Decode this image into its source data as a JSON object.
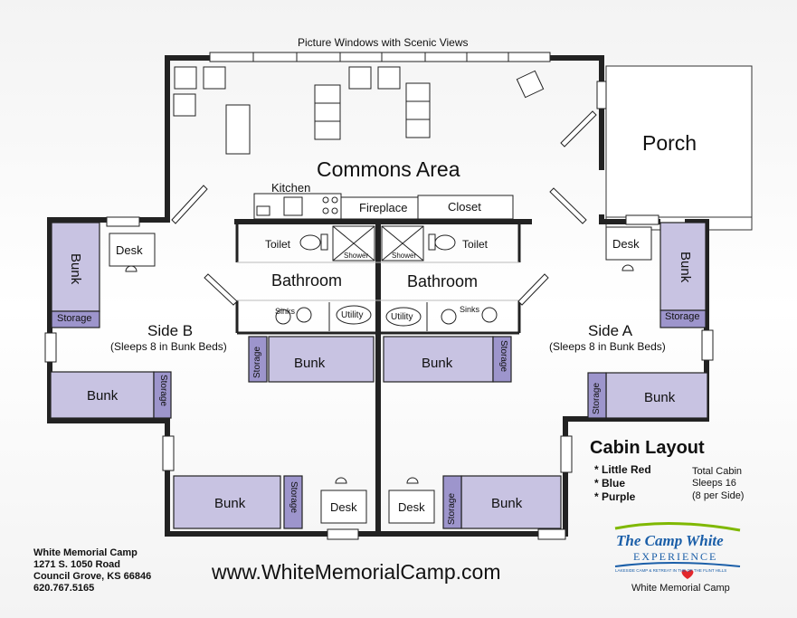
{
  "labels": {
    "windows": "Picture Windows with Scenic Views",
    "porch": "Porch",
    "commons": "Commons Area",
    "kitchen": "Kitchen",
    "fireplace": "Fireplace",
    "closet": "Closet",
    "toilet": "Toilet",
    "shower": "Shower",
    "bathroom": "Bathroom",
    "sinks": "Sinks",
    "utility": "Utility",
    "desk": "Desk",
    "bunk": "Bunk",
    "storage": "Storage",
    "side_b": "Side B",
    "side_a": "Side A",
    "sleeps": "(Sleeps 8 in Bunk Beds)"
  },
  "legend": {
    "title": "Cabin Layout",
    "items": [
      "* Little Red",
      "* Blue",
      "* Purple"
    ],
    "total_line1": "Total Cabin",
    "total_line2": "Sleeps 16",
    "total_line3": "(8 per Side)"
  },
  "address": {
    "name": "White Memorial Camp",
    "street": "1271 S. 1050 Road",
    "city": "Council Grove, KS 66846",
    "phone": "620.767.5165"
  },
  "website": "www.WhiteMemorialCamp.com",
  "logo": {
    "line1": "The Camp White",
    "line2": "EXPERIENCE",
    "tagline": "LAKESIDE CAMP & RETREAT IN THE OF THE FLINT HILLS",
    "caption": "White Memorial Camp"
  },
  "colors": {
    "bunk": "#c8c3e2",
    "storage": "#9d95cc",
    "wall": "#222222",
    "logo_green": "#7fb800",
    "logo_blue": "#1a5ea8",
    "logo_red": "#e3262b"
  }
}
